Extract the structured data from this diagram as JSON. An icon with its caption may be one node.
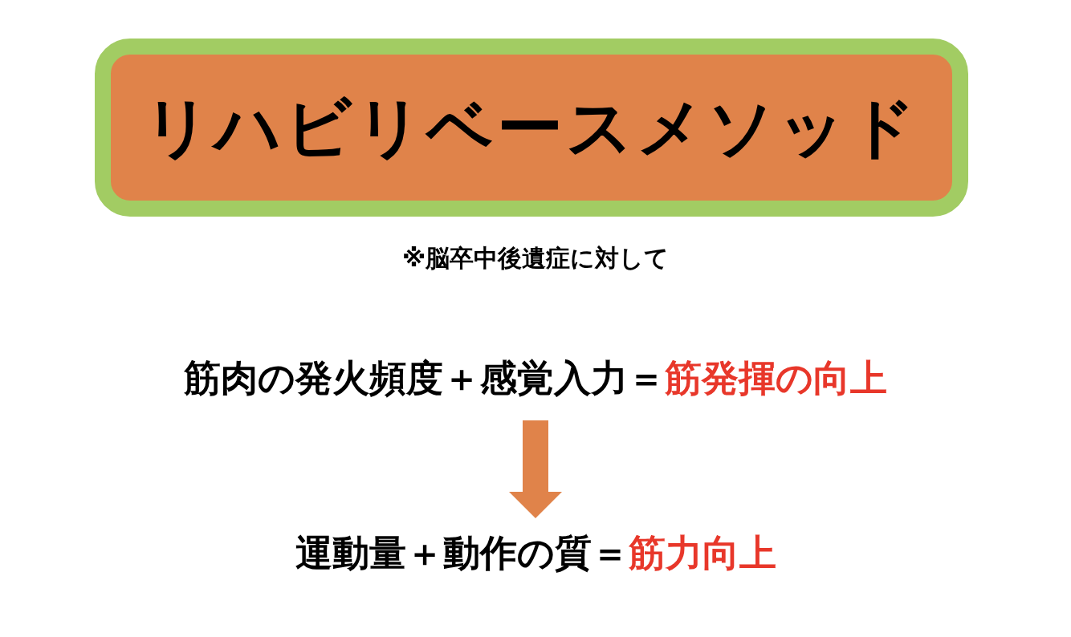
{
  "diagram": {
    "nodes": [
      {
        "text": [
          "リハビリベースメソッド"
        ]
      },
      {
        "text": [
          "筋肉の発火頻度＋感覚入力＝",
          "筋発揮の向上"
        ]
      },
      {
        "text": [
          "運動量＋動作の質＝",
          "筋力向上"
        ]
      }
    ],
    "edges": [
      {
        "from": 1,
        "to": 2,
        "arrow": "to",
        "color": "#e0834a"
      }
    ],
    "labels": [
      "※脳卒中後遺症に対して"
    ]
  }
}
